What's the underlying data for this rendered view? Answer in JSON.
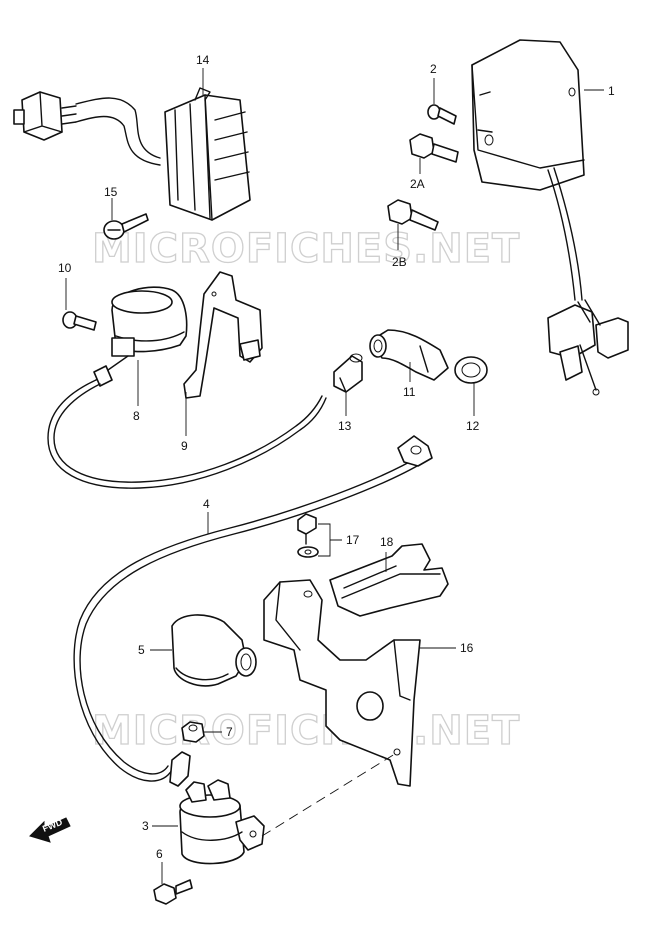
{
  "watermark": "MICROFICHES.NET",
  "fwd_label": "FWD",
  "callouts": {
    "p1": "1",
    "p2": "2",
    "p2A": "2A",
    "p2B": "2B",
    "p3": "3",
    "p4": "4",
    "p5": "5",
    "p6": "6",
    "p7": "7",
    "p8": "8",
    "p9": "9",
    "p10": "10",
    "p11": "11",
    "p12": "12",
    "p13": "13",
    "p14": "14",
    "p15": "15",
    "p16": "16",
    "p17": "17",
    "p18": "18"
  },
  "colors": {
    "ink": "#111111",
    "watermark": "#cfcfcf",
    "background": "#ffffff"
  }
}
